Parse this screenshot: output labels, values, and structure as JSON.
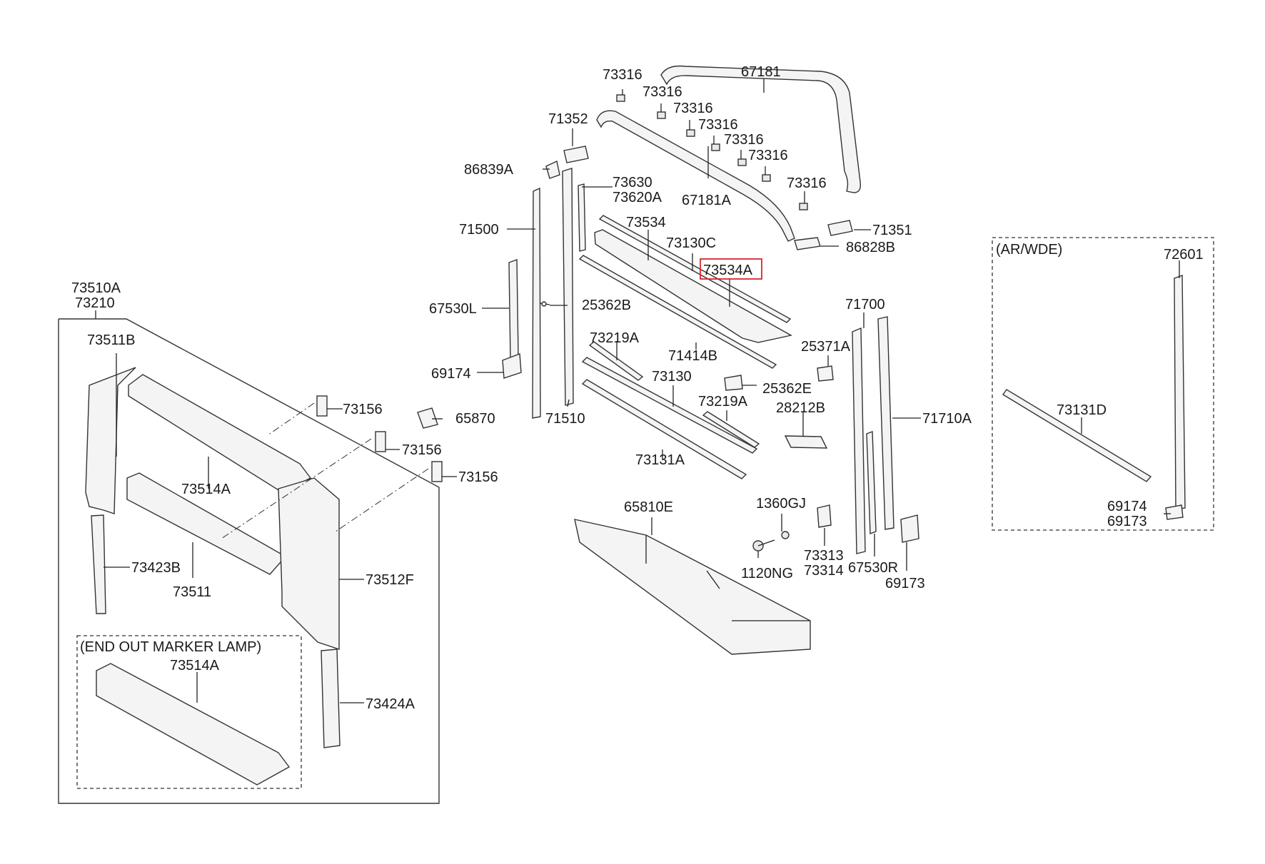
{
  "groups": {
    "left_box_title_1": "73510A",
    "left_box_title_2": "73210",
    "end_out_marker_lamp": "(END OUT MARKER LAMP)",
    "ar_wde": "(AR/WDE)"
  },
  "labels": {
    "p67181": "67181",
    "p73316_a": "73316",
    "p73316_b": "73316",
    "p73316_c": "73316",
    "p73316_d": "73316",
    "p73316_e": "73316",
    "p73316_f": "73316",
    "p73316_g": "73316",
    "p71352": "71352",
    "p86839A": "86839A",
    "p73630": "73630",
    "p73620A": "73620A",
    "p67181A": "67181A",
    "p71351": "71351",
    "p86828B": "86828B",
    "p71500": "71500",
    "p73534": "73534",
    "p73130C": "73130C",
    "p73534A": "73534A",
    "p67530L": "67530L",
    "p25362B": "25362B",
    "p71700": "71700",
    "p73219A_a": "73219A",
    "p71414B": "71414B",
    "p25371A": "25371A",
    "p69174_a": "69174",
    "p73130": "73130",
    "p25362E": "25362E",
    "p73219A_b": "73219A",
    "p28212B": "28212B",
    "p71510": "71510",
    "p71710A": "71710A",
    "p65870": "65870",
    "p73131A": "73131A",
    "p73511B": "73511B",
    "p73156_a": "73156",
    "p73156_b": "73156",
    "p73156_c": "73156",
    "p73514A_a": "73514A",
    "p65810E": "65810E",
    "p1360GJ": "1360GJ",
    "p73423B": "73423B",
    "p73511": "73511",
    "p73512F": "73512F",
    "p73313": "73313",
    "p73314": "73314",
    "p67530R": "67530R",
    "p1120NG": "1120NG",
    "p69173_a": "69173",
    "p73514A_b": "73514A",
    "p73424A": "73424A",
    "p72601": "72601",
    "p73131D": "73131D",
    "p69174_b": "69174",
    "p69173_b": "69173"
  },
  "highlight": {
    "label": "73534A",
    "color": "#d9262c"
  }
}
